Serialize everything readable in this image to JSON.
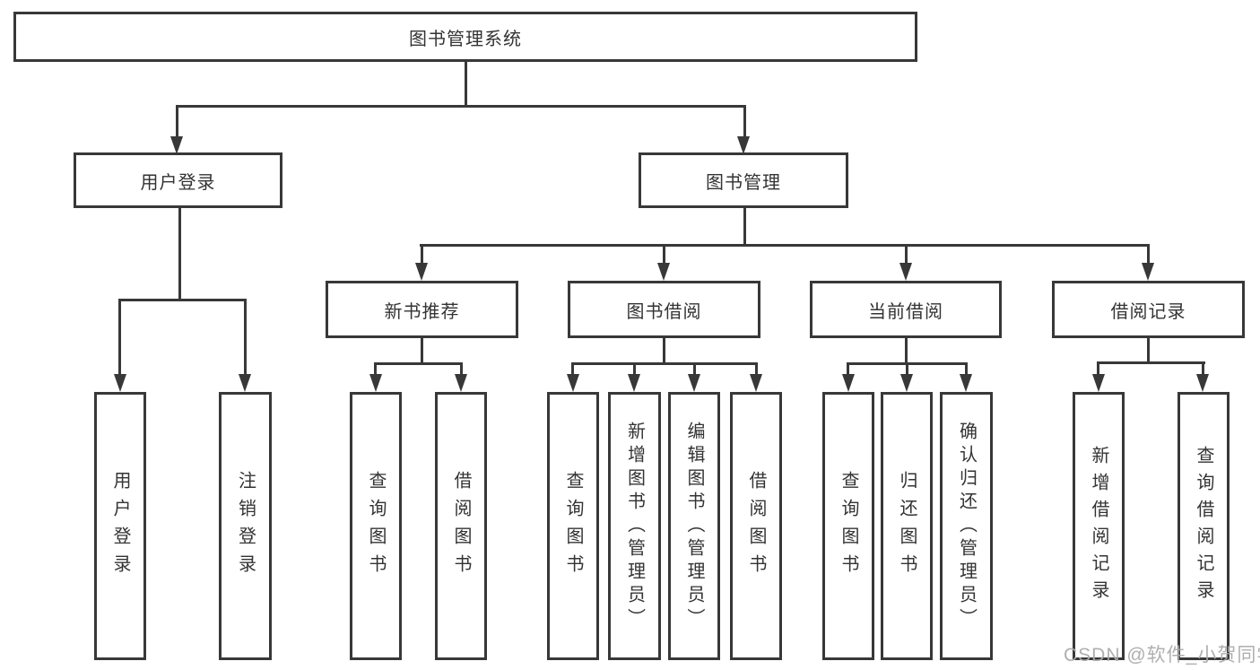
{
  "diagram": {
    "root": {
      "label": "图书管理系统"
    },
    "user_login": {
      "label": "用户登录",
      "children": {
        "login": {
          "label": "用户登录"
        },
        "logout": {
          "label": "注销登录"
        }
      }
    },
    "book_management": {
      "label": "图书管理",
      "sections": {
        "new_book_recommend": {
          "label": "新书推荐",
          "children": {
            "query_books": {
              "label": "查询图书"
            },
            "borrow_books": {
              "label": "借阅图书"
            }
          }
        },
        "book_borrowing": {
          "label": "图书借阅",
          "children": {
            "query_books": {
              "label": "查询图书"
            },
            "add_books_admin": {
              "label": "新增图书（管理员）"
            },
            "edit_books_admin": {
              "label": "编辑图书（管理员）"
            },
            "borrow_books": {
              "label": "借阅图书"
            }
          }
        },
        "current_borrowing": {
          "label": "当前借阅",
          "children": {
            "query_books": {
              "label": "查询图书"
            },
            "return_books": {
              "label": "归还图书"
            },
            "confirm_return_admin": {
              "label": "确认归还（管理员）"
            }
          }
        },
        "borrowing_records": {
          "label": "借阅记录",
          "children": {
            "add_borrow_record": {
              "label": "新增借阅记录"
            },
            "query_borrow_record": {
              "label": "查询借阅记录"
            }
          }
        }
      }
    }
  },
  "watermark": {
    "text": "CSDN @软件_小贺同学"
  },
  "colors": {
    "line": "#383838",
    "text": "#333333",
    "watermark": "#ababab",
    "background": "#ffffff"
  }
}
